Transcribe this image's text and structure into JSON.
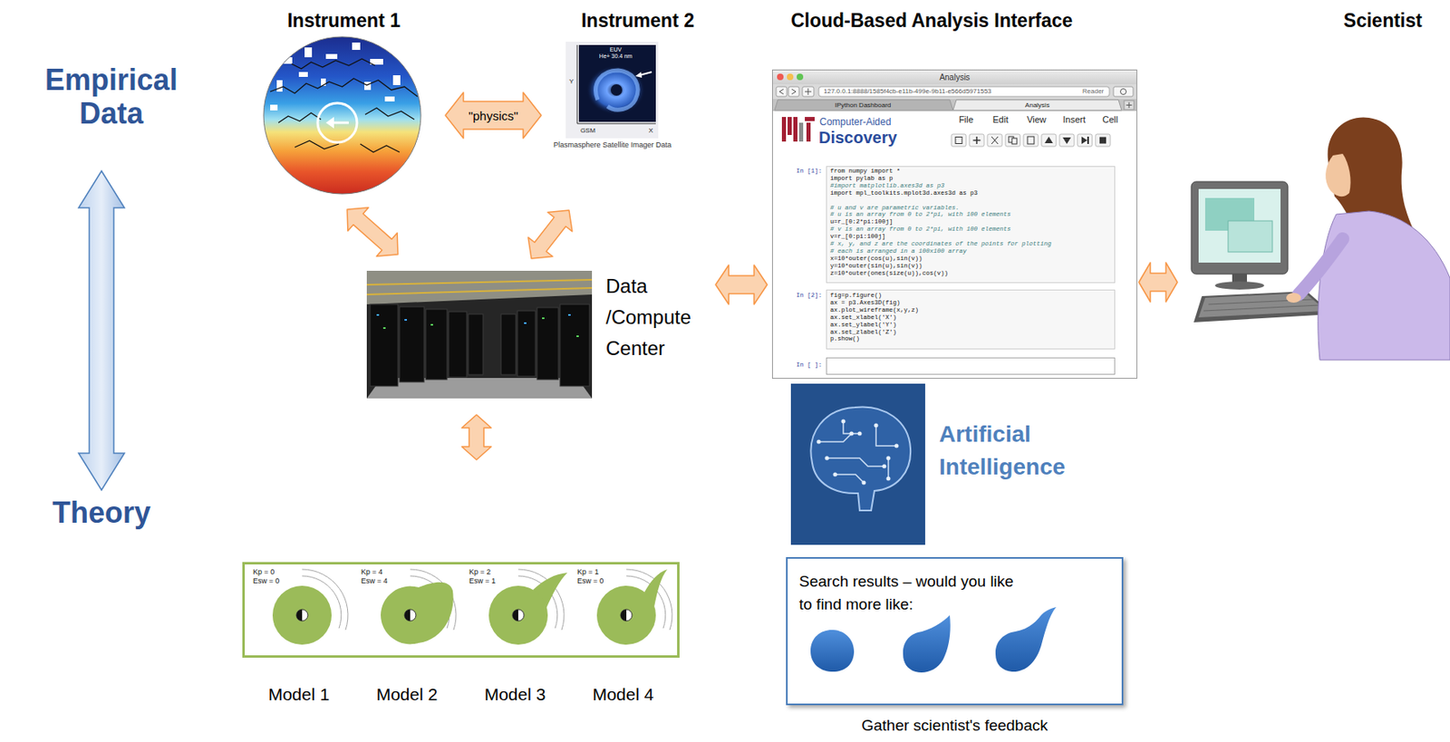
{
  "diagram": {
    "nodes": [
      {
        "text": [
          "Instrument 1"
        ]
      },
      {
        "text": [
          "Instrument 2",
          "Plasmasphere Satellite Imager Data"
        ]
      },
      {
        "text": [
          "Data /Compute Center"
        ]
      },
      {
        "text": []
      },
      {
        "text": [
          "Kp = 0",
          "Esw = 0",
          "Model 1"
        ],
        "in": 3
      },
      {
        "text": [
          "Kp = 4",
          "Esw = 4",
          "Model 2"
        ],
        "in": 3
      },
      {
        "text": [
          "Kp = 2",
          "Esw = 1",
          "Model 3"
        ],
        "in": 3
      },
      {
        "text": [
          "Kp = 1",
          "Esw = 0",
          "Model 4"
        ],
        "in": 3
      },
      {
        "text": [
          "Cloud-Based Analysis Interface"
        ]
      },
      {
        "text": [
          "Artificial Intelligence"
        ]
      },
      {
        "text": [
          "Search results – would you like to find more like:",
          "Gather scientist's feedback"
        ]
      },
      {
        "text": [
          "Scientist"
        ]
      }
    ],
    "edges": [
      {
        "from": 0,
        "to": 1,
        "label": "\"physics\"",
        "arrow": "both"
      },
      {
        "from": 0,
        "to": 2,
        "arrow": "both"
      },
      {
        "from": 1,
        "to": 2,
        "arrow": "both"
      },
      {
        "from": 2,
        "to": 3,
        "arrow": "both"
      },
      {
        "from": 2,
        "to": 8,
        "arrow": "both"
      },
      {
        "from": 8,
        "to": 11,
        "arrow": "both"
      }
    ],
    "labels": [
      "Empirical Data",
      "Theory",
      "EUV",
      "He+ 30.4 nm",
      "Y",
      "X",
      "GSM",
      "Analysis",
      "127.0.0.1:8888/1585f4cb-e11b-499e-9b11-e566d5971553",
      "Reader",
      "IPython Dashboard",
      "Analysis",
      "Computer-Aided",
      "Discovery",
      "File",
      "Edit",
      "View",
      "Insert",
      "Cell",
      "In [1]:",
      "from numpy import *",
      "import pylab as p",
      "#import matplotlib.axes3d as p3",
      "import mpl_toolkits.mplot3d.axes3d as p3",
      "# u and v are parametric variables.",
      "# u is an array from 0 to 2*pi, with 100 elements",
      "u=r_[0:2*pi:100j]",
      "# v is an array from 0 to 2*pi, with 100 elements",
      "v=r_[0:pi:100j]",
      "# x, y, and z are the coordinates of the points for plotting",
      "# each is arranged in a 100x100 array",
      "x=10*outer(cos(u),sin(v))",
      "y=10*outer(sin(u),sin(v))",
      "z=10*outer(ones(size(u)),cos(v))",
      "In [2]:",
      "fig=p.figure()",
      "ax = p3.Axes3D(fig)",
      "ax.plot_wireframe(x,y,z)",
      "ax.set_xlabel('X')",
      "ax.set_ylabel('Y')",
      "ax.set_zlabel('Z')",
      "p.show()",
      "In [ ]:"
    ]
  }
}
